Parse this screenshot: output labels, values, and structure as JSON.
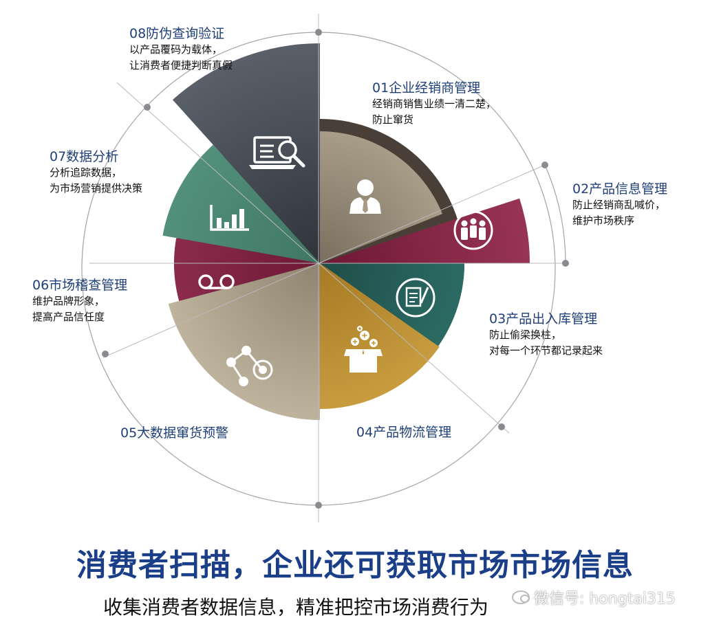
{
  "segments": [
    {
      "num": "01",
      "title": "01企业经销商管理",
      "desc": [
        "经销商销售业绩一清二楚，",
        "防止窜货"
      ],
      "icon": "businessman-icon",
      "color": "#a89b86"
    },
    {
      "num": "02",
      "title": "02产品信息管理",
      "desc": [
        "防止经销商乱喊价，",
        "维护市场秩序"
      ],
      "icon": "team-icon",
      "color": "#8c2a4c"
    },
    {
      "num": "03",
      "title": "03产品出入库管理",
      "desc": [
        "防止偷梁换柱，",
        "对每一个环节都记录起来"
      ],
      "icon": "checklist-icon",
      "color": "#2e6a64"
    },
    {
      "num": "04",
      "title": "04产品物流管理",
      "desc": [],
      "icon": "package-icon",
      "color": "#c89a3a"
    },
    {
      "num": "05",
      "title": "05大数据窜货预警",
      "desc": [],
      "icon": "network-icon",
      "color": "#b5a990"
    },
    {
      "num": "06",
      "title": "06市场稽查管理",
      "desc": [
        "维护品牌形象，",
        "提高产品信任度"
      ],
      "icon": "tape-icon",
      "color": "#8c2a4c"
    },
    {
      "num": "07",
      "title": "07数据分析",
      "desc": [
        "分析追踪数据，",
        "为市场营销提供决策"
      ],
      "icon": "bar-chart-icon",
      "color": "#4d8a74"
    },
    {
      "num": "08",
      "title": "08防伪查询验证",
      "desc": [
        "以产品覆码为载体，",
        "让消费者便捷判断真假"
      ],
      "icon": "search-monitor-icon",
      "color": "#4a4f58"
    }
  ],
  "main_title": "消费者扫描，企业还可获取市场市场信息",
  "sub_title": "收集消费者数据信息，精准把控市场消费行为",
  "watermark": "微信号: hongtai315"
}
